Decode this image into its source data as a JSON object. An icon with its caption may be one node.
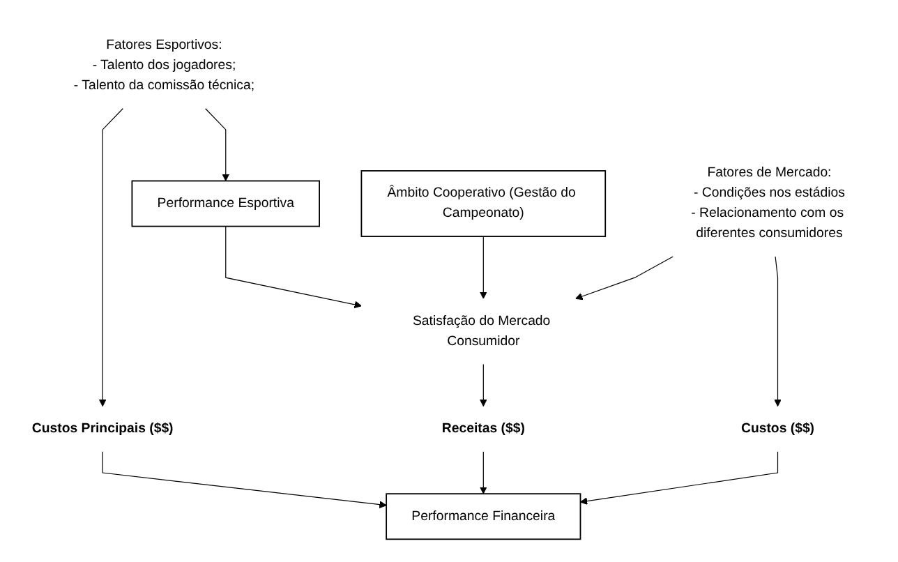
{
  "diagram": {
    "nodes": [
      {
        "text": [
          "Fatores Esportivos:",
          "- Talento dos jogadores;",
          "- Talento da comissão técnica;"
        ]
      },
      {
        "text": [
          "Performance Esportiva"
        ]
      },
      {
        "text": [
          "Âmbito Cooperativo (Gestão do Campeonato)"
        ]
      },
      {
        "text": [
          "Satisfação do Mercado Consumidor"
        ]
      },
      {
        "text": [
          "Fatores de Mercado:",
          "- Condições nos estádios",
          "- Relacionamento com os diferentes consumidores"
        ]
      },
      {
        "text": [
          "Custos Principais ($$)"
        ]
      },
      {
        "text": [
          "Receitas ($$)"
        ]
      },
      {
        "text": [
          "Custos ($$)"
        ]
      },
      {
        "text": [
          "Performance Financeira"
        ]
      }
    ],
    "edges": [
      {
        "from": 0,
        "to": 1,
        "arrow": "to"
      },
      {
        "from": 0,
        "to": 5,
        "arrow": "to"
      },
      {
        "from": 1,
        "to": 3,
        "arrow": "to"
      },
      {
        "from": 2,
        "to": 3,
        "arrow": "to"
      },
      {
        "from": 4,
        "to": 3,
        "arrow": "to"
      },
      {
        "from": 3,
        "to": 6,
        "arrow": "to"
      },
      {
        "from": 4,
        "to": 7,
        "arrow": "to"
      },
      {
        "from": 5,
        "to": 8,
        "arrow": "to"
      },
      {
        "from": 6,
        "to": 8,
        "arrow": "to"
      },
      {
        "from": 7,
        "to": 8,
        "arrow": "to"
      }
    ]
  }
}
